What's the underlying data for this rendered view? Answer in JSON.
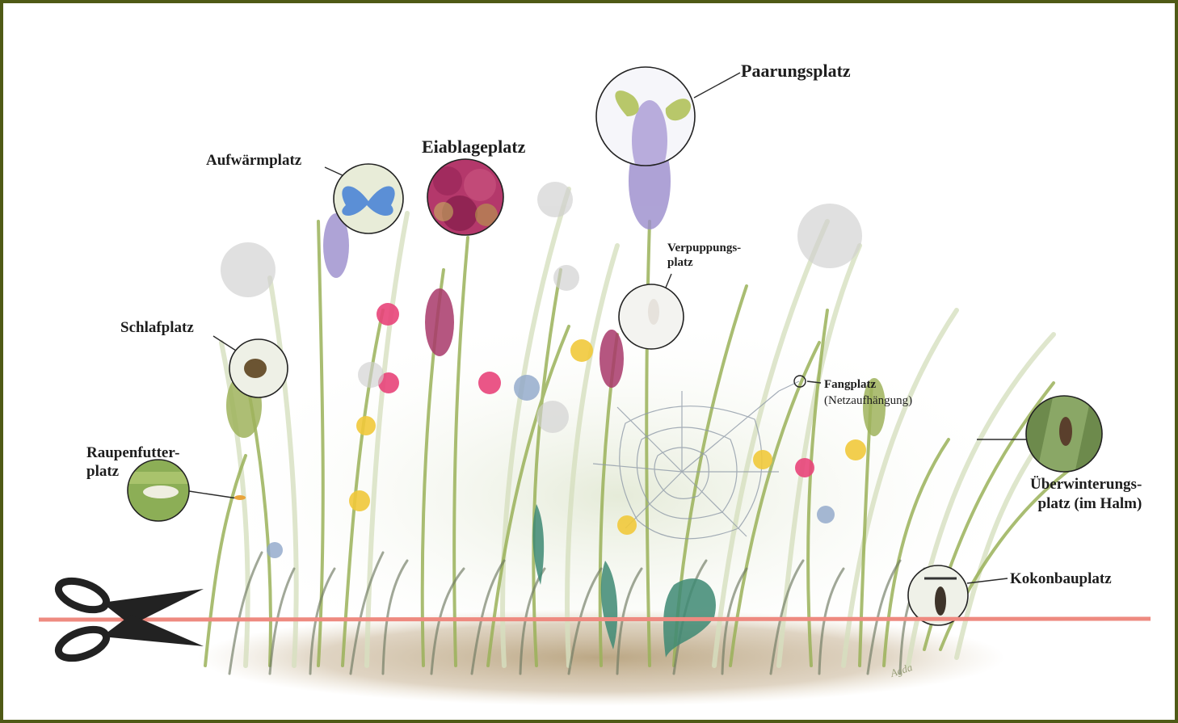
{
  "labels": {
    "paarung": "Paarungsplatz",
    "aufwaerm": "Aufwärmplatz",
    "eiablage": "Eiablageplatz",
    "verpuppung_1": "Verpuppungs-",
    "verpuppung_2": "platz",
    "schlaf": "Schlafplatz",
    "fang_1": "Fangplatz",
    "fang_2": "(Netzaufhängung)",
    "raupen_1": "Raupenfutter-",
    "raupen_2": "platz",
    "ueberwinter_1": "Überwinterungs-",
    "ueberwinter_2": "platz (im Halm)",
    "kokon": "Kokonbauplatz"
  },
  "signature": "Agda",
  "colors": {
    "frame": "#4f5a16",
    "cut_line": "#ee8a80",
    "grass": "#8fa84a",
    "pink": "#e8447a",
    "yellow": "#f1c93b",
    "lavender": "#9a8ccc"
  },
  "icons": [
    "scissors-icon",
    "butterfly-icon"
  ]
}
